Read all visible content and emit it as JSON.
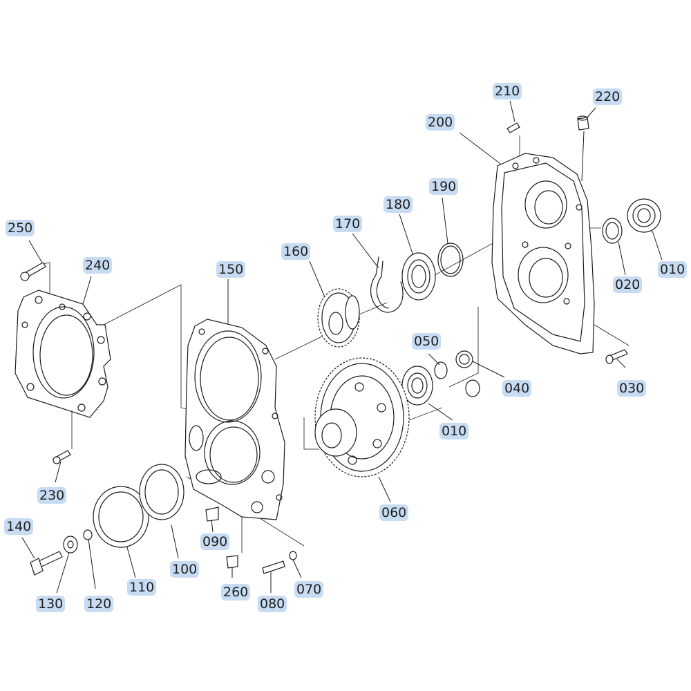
{
  "parts": [
    {
      "id": "p250",
      "label": "250"
    },
    {
      "id": "p240",
      "label": "240"
    },
    {
      "id": "p150",
      "label": "150"
    },
    {
      "id": "p160",
      "label": "160"
    },
    {
      "id": "p170",
      "label": "170"
    },
    {
      "id": "p180",
      "label": "180"
    },
    {
      "id": "p190",
      "label": "190"
    },
    {
      "id": "p200",
      "label": "200"
    },
    {
      "id": "p210",
      "label": "210"
    },
    {
      "id": "p220",
      "label": "220"
    },
    {
      "id": "p010a",
      "label": "010"
    },
    {
      "id": "p020",
      "label": "020"
    },
    {
      "id": "p030",
      "label": "030"
    },
    {
      "id": "p040",
      "label": "040"
    },
    {
      "id": "p050",
      "label": "050"
    },
    {
      "id": "p010b",
      "label": "010"
    },
    {
      "id": "p060",
      "label": "060"
    },
    {
      "id": "p230",
      "label": "230"
    },
    {
      "id": "p140",
      "label": "140"
    },
    {
      "id": "p130",
      "label": "130"
    },
    {
      "id": "p120",
      "label": "120"
    },
    {
      "id": "p110",
      "label": "110"
    },
    {
      "id": "p100",
      "label": "100"
    },
    {
      "id": "p090",
      "label": "090"
    },
    {
      "id": "p260",
      "label": "260"
    },
    {
      "id": "p080",
      "label": "080"
    },
    {
      "id": "p070",
      "label": "070"
    }
  ]
}
